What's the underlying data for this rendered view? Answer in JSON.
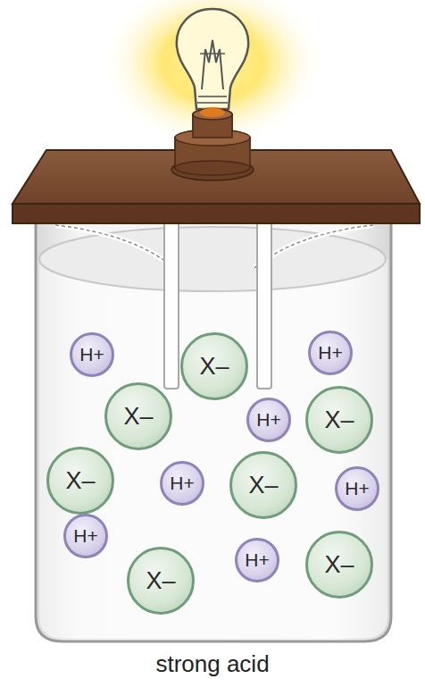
{
  "diagram": {
    "caption": "strong acid",
    "nodes": [
      {
        "text": [
          "H+"
        ]
      },
      {
        "text": [
          "X–"
        ]
      },
      {
        "text": [
          "H+"
        ]
      },
      {
        "text": [
          "X–"
        ]
      },
      {
        "text": [
          "H+"
        ]
      },
      {
        "text": [
          "X–"
        ]
      },
      {
        "text": [
          "X–"
        ]
      },
      {
        "text": [
          "H+"
        ]
      },
      {
        "text": [
          "X–"
        ]
      },
      {
        "text": [
          "H+"
        ]
      },
      {
        "text": [
          "H+"
        ]
      },
      {
        "text": [
          "H+"
        ]
      },
      {
        "text": [
          "X–"
        ]
      },
      {
        "text": [
          "X–"
        ]
      }
    ]
  }
}
